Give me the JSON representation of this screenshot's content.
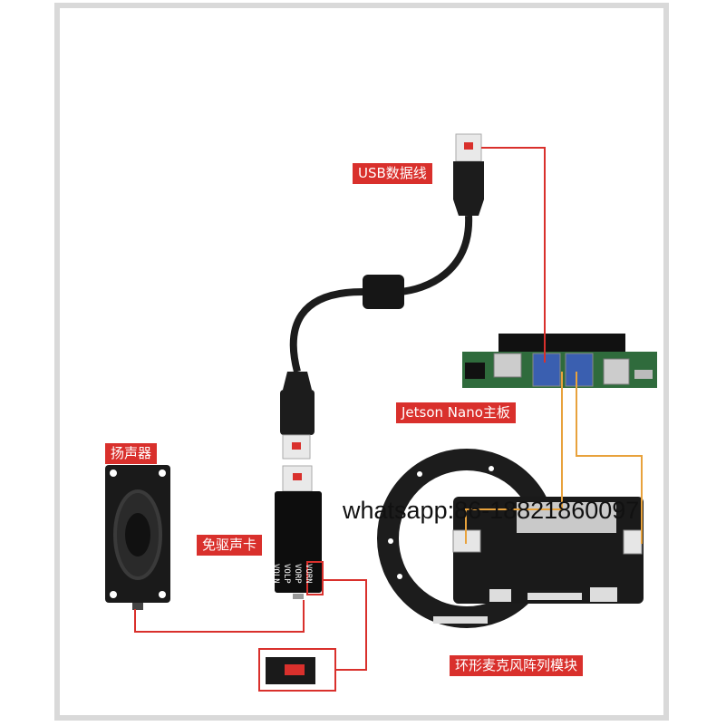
{
  "labels": {
    "usb_cable": "USB数据线",
    "jetson": "Jetson Nano主板",
    "speaker": "扬声器",
    "sound_card": "免驱声卡",
    "mic_array": "环形麦克风阵列模块"
  },
  "pins": {
    "p1": "VORN",
    "p2": "VORP",
    "p3": "VOLP",
    "p4": "VOLN"
  },
  "watermark": "whatsapp:86-18821860097",
  "colors": {
    "label_bg": "#d9302c",
    "connector_line": "#d9302c",
    "mic_line": "#e8a23c"
  }
}
